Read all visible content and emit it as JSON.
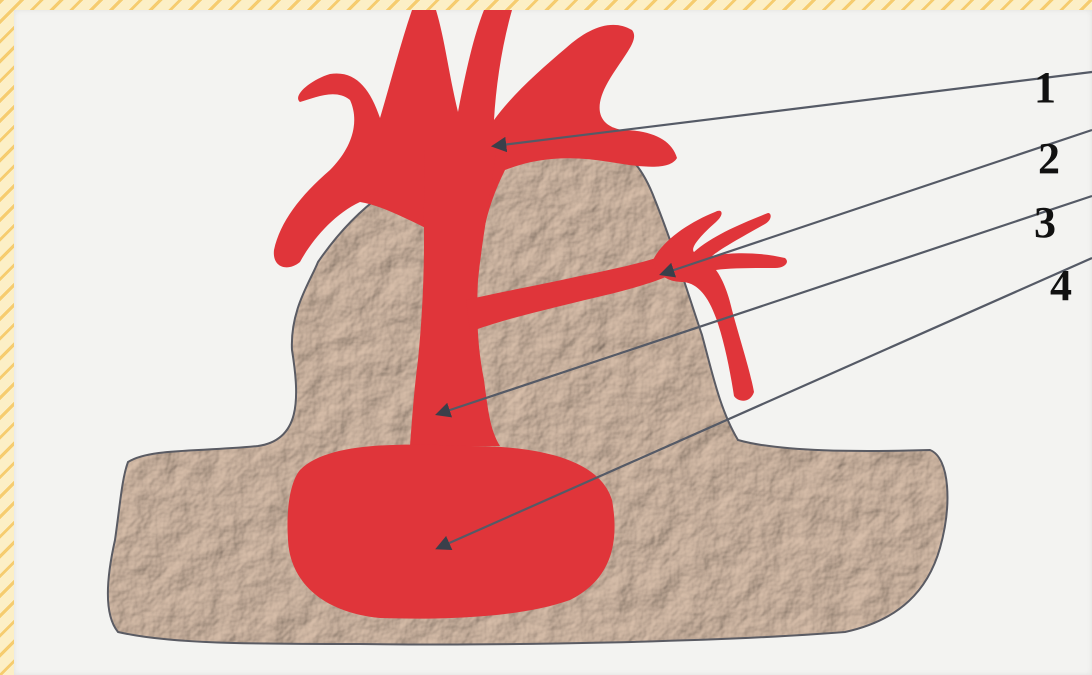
{
  "diagram": {
    "labels": [
      "1",
      "2",
      "3",
      "4"
    ]
  },
  "colors": {
    "vessel": "#e0353a",
    "tissue": "#c9ae9a",
    "outline": "#5a5b63",
    "pointer": "#555a66",
    "background": "#f3f3f1",
    "frame_stripe": "#f0b028"
  }
}
